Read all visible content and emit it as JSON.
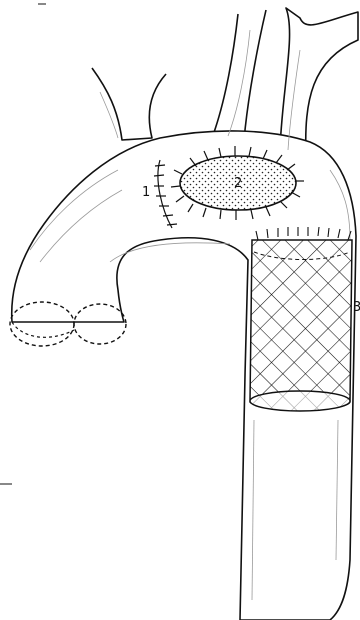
{
  "labels": {
    "label_1": "1",
    "label_2": "2",
    "label_3": "3"
  },
  "colors": {
    "ink": "#111111",
    "background": "#ffffff",
    "shading": "#9a9a9a"
  }
}
